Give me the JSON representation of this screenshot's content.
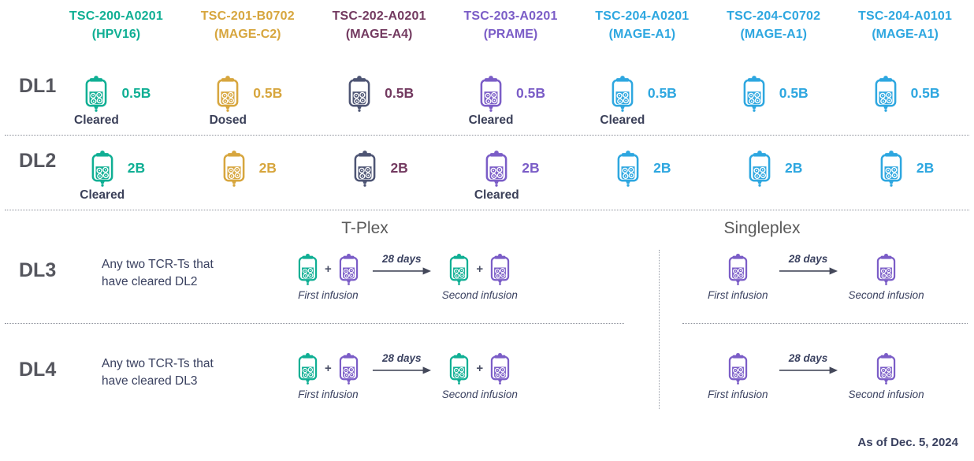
{
  "columns": [
    {
      "id": "TSC-200-A0201",
      "target": "(HPV16)",
      "color": "#10AF94",
      "icon_color": "#10AF94",
      "dl1_dose": "0.5B",
      "dl1_status": "Cleared",
      "dl2_dose": "2B",
      "dl2_status": "Cleared"
    },
    {
      "id": "TSC-201-B0702",
      "target": "(MAGE-C2)",
      "color": "#D7A63E",
      "icon_color": "#D7A63E",
      "dl1_dose": "0.5B",
      "dl1_status": "Dosed",
      "dl2_dose": "2B",
      "dl2_status": ""
    },
    {
      "id": "TSC-202-A0201",
      "target": "(MAGE-A4)",
      "color": "#733A60",
      "icon_color": "#4E5574",
      "dl1_dose": "0.5B",
      "dl1_status": "",
      "dl2_dose": "2B",
      "dl2_status": ""
    },
    {
      "id": "TSC-203-A0201",
      "target": "(PRAME)",
      "color": "#7B5DC7",
      "icon_color": "#7B5DC7",
      "dl1_dose": "0.5B",
      "dl1_status": "Cleared",
      "dl2_dose": "2B",
      "dl2_status": "Cleared"
    },
    {
      "id": "TSC-204-A0201",
      "target": "(MAGE-A1)",
      "color": "#2EA7E0",
      "icon_color": "#2EA7E0",
      "dl1_dose": "0.5B",
      "dl1_status": "Cleared",
      "dl2_dose": "2B",
      "dl2_status": ""
    },
    {
      "id": "TSC-204-C0702",
      "target": "(MAGE-A1)",
      "color": "#2EA7E0",
      "icon_color": "#2EA7E0",
      "dl1_dose": "0.5B",
      "dl1_status": "",
      "dl2_dose": "2B",
      "dl2_status": ""
    },
    {
      "id": "TSC-204-A0101",
      "target": "(MAGE-A1)",
      "color": "#2EA7E0",
      "icon_color": "#2EA7E0",
      "dl1_dose": "0.5B",
      "dl1_status": "",
      "dl2_dose": "2B",
      "dl2_status": ""
    }
  ],
  "rows": {
    "dl1": "DL1",
    "dl2": "DL2",
    "dl3": "DL3",
    "dl4": "DL4"
  },
  "sections": {
    "tplex": "T-Plex",
    "singleplex": "Singleplex"
  },
  "dl3": {
    "desc_line1": "Any two TCR-Ts that",
    "desc_line2": "have cleared DL2"
  },
  "dl4": {
    "desc_line1": "Any two TCR-Ts that",
    "desc_line2": "have cleared DL3"
  },
  "flow": {
    "first": "First infusion",
    "second": "Second infusion",
    "interval": "28 days",
    "plus": "+"
  },
  "colors": {
    "teal": "#10AF94",
    "purple": "#7B5DC7"
  },
  "footer": {
    "as_of": "As of Dec. 5, 2024"
  }
}
